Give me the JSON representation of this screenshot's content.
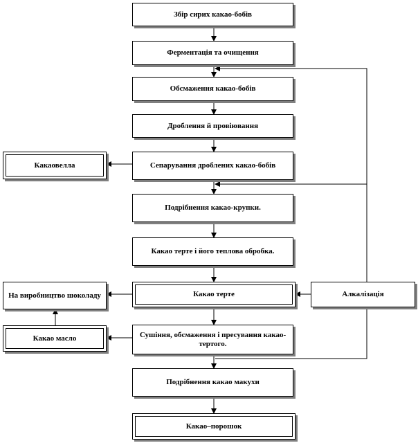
{
  "boxes": {
    "harvest": "Збір сирих какао-бобів",
    "fermentation": "Ферментація та очищення",
    "roasting": "Обсмаження какао-бобів",
    "crushing": "Дроблення й провіювання",
    "separation": "Сепарування дроблених  какао-бобів",
    "cocoa_shell": "Какаовелла",
    "grinding_nibs": "Подрібнення какао-крупки.",
    "liquor_processing": "Какао терте і його теплова  обробка.",
    "cocoa_liquor": "Какао  терте",
    "alkalization": "Алкалізація",
    "chocolate_production": "На виробництво шоколаду",
    "drying_pressing": "Сушіння,  обсмаження і пресування какао-тертого.",
    "cocoa_butter": "Какао  масло",
    "grinding_cake": "Подрібнення какао макухи",
    "cocoa_powder": "Какао–порошок"
  }
}
